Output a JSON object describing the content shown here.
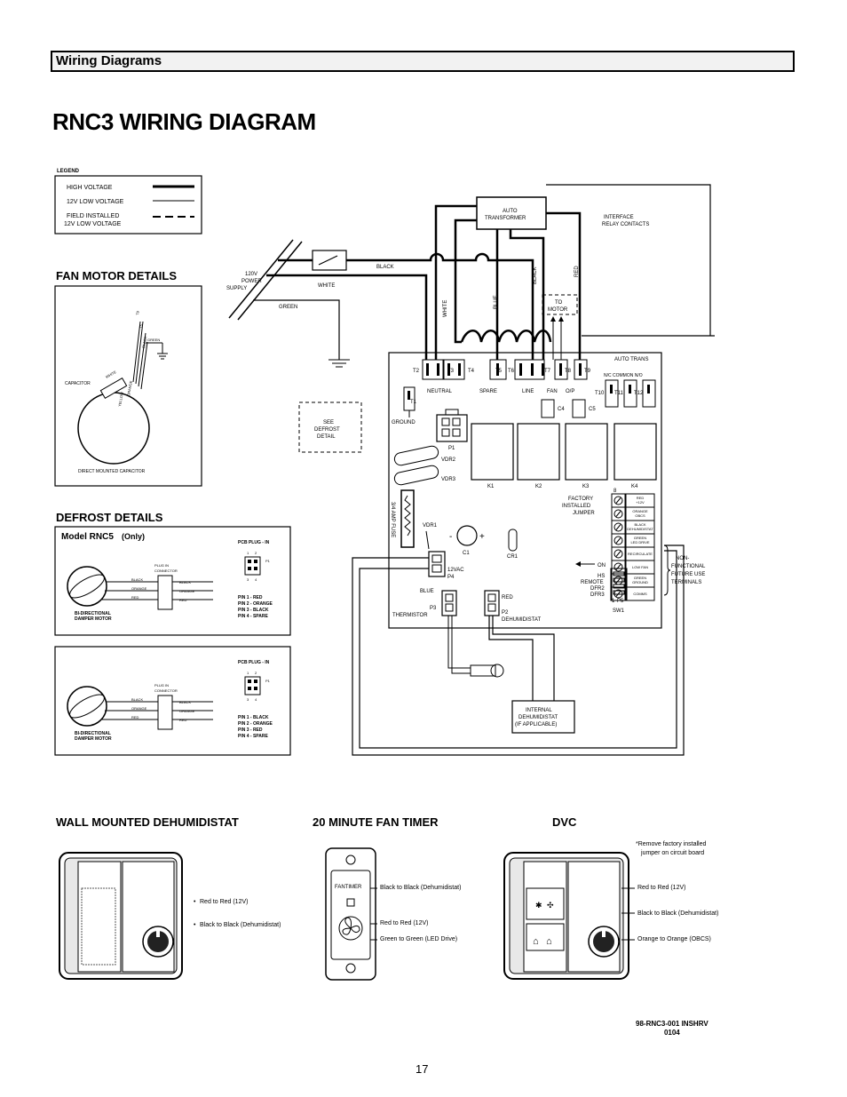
{
  "section_header": "Wiring Diagrams",
  "title": "RNC3 WIRING DIAGRAM",
  "page_number": "17",
  "doc_id": [
    "98-RNC3-001 INSHRV",
    "0104"
  ],
  "legend": {
    "heading": "LEGEND",
    "items": [
      "HIGH VOLTAGE",
      "12V  LOW VOLTAGE",
      "FIELD INSTALLED",
      "12V LOW VOLTAGE"
    ]
  },
  "fan_motor": {
    "title": "FAN MOTOR DETAILS",
    "capacitor": "CAPACITOR",
    "green": "GREEN",
    "caption": "DIRECT MOUNTED CAPACITOR",
    "wires": [
      "WHITE",
      "ORANGE",
      "YELLOW",
      "BLACK",
      "T9",
      "T5"
    ]
  },
  "supply": {
    "label": [
      "120V",
      "POWER",
      "SUPPLY"
    ],
    "black": "BLACK",
    "white": "WHITE",
    "green": "GREEN"
  },
  "transformer": [
    "AUTO",
    "TRANSFORMER"
  ],
  "relay_contacts": [
    "INTERFACE",
    "RELAY CONTACTS"
  ],
  "wire_labels": {
    "white": "WHITE",
    "blue": "BLUE",
    "black": "BLACK",
    "red": "RED"
  },
  "to_motor": [
    "TO",
    "MOTOR"
  ],
  "see_defrost": [
    "SEE",
    "DEFROST",
    "DETAIL"
  ],
  "board": {
    "terminals": [
      "T2",
      "T3",
      "T4",
      "T5",
      "T6",
      "T7",
      "T8",
      "T9",
      "T1",
      "T10",
      "T11",
      "T12"
    ],
    "groups": [
      "NEUTRAL",
      "SPARE",
      "LINE",
      "FAN",
      "O/P"
    ],
    "auto_trans": "AUTO TRANS",
    "nc_common_no": "N/C  COMMON  N/O",
    "ground": "GROUND",
    "caps": [
      "C4",
      "C5",
      "C1",
      "CR1"
    ],
    "plugs": [
      "P1",
      "P4",
      "P3",
      "P2",
      "P5"
    ],
    "vdr": [
      "VDR2",
      "VDR3",
      "VDR1"
    ],
    "relays": [
      "K1",
      "K2",
      "K3",
      "K4"
    ],
    "fuse": "3/4 AMP FUSE",
    "jumper": [
      "FACTORY",
      "INSTALLED",
      "JUMPER"
    ],
    "terminal_8": "8",
    "twelve_vac": "12VAC",
    "blue": "BLUE",
    "thermistor": "THERMISTOR",
    "red": "RED",
    "dehumidistat": "DEHUMIDISTAT",
    "on": "ON",
    "sw1_labels": [
      "HS",
      "REMOTE",
      "DFR2",
      "DFR3"
    ],
    "sw1": "SW1",
    "p5_terminals": [
      "RED +12V",
      "ORANGE OBCS",
      "BLACK DEHUMIDISTAT",
      "GREEN LED DRIVE",
      "RECIRCULATE",
      "LOW FAN",
      "GREEN GROUND",
      "COMMS"
    ],
    "non_functional": [
      "NON-",
      "FUNCTIONAL",
      "FUTURE USE",
      "TERMINALS"
    ],
    "p5_one": "1"
  },
  "internal_dehumidistat": [
    "INTERNAL",
    "DEHUMIDISTAT",
    "(IF APPLICABLE)"
  ],
  "defrost": {
    "title": "DEFROST DETAILS",
    "model": "Model RNC5",
    "only": "(Only)",
    "pcb_plug": "PCB PLUG - IN",
    "plug_in": [
      "PLUG IN",
      "CONNECTOR"
    ],
    "colors": [
      "BLACK",
      "ORANGE",
      "RED"
    ],
    "pins": [
      "PIN 1 - RED",
      "PIN 2 - ORANGE",
      "PIN 3 - BLACK",
      "PIN 4 - SPARE"
    ],
    "pins2": [
      "PIN 1 - BLACK",
      "PIN 2 - ORANGE",
      "PIN 3 - RED",
      "PIN 4 - SPARE"
    ],
    "damper": [
      "BI-DIRECTIONAL",
      "DAMPER MOTOR"
    ],
    "pin_numbers": [
      "1",
      "2",
      "3",
      "4"
    ],
    "p1": "P1"
  },
  "wall_dehumidistat": {
    "title": "WALL MOUNTED DEHUMIDISTAT",
    "bullets": [
      "Red to Red  (12V)",
      "Black to Black  (Dehumidistat)"
    ]
  },
  "fan_timer": {
    "title": "20 MINUTE FAN TIMER",
    "brand": "FANTIMER",
    "notes": [
      "Black to Black  (Dehumidistat)",
      "Red to Red  (12V)",
      "Green to Green  (LED Drive)"
    ]
  },
  "dvc": {
    "title": "DVC",
    "note": [
      "*Remove factory installed",
      "jumper on circuit board"
    ],
    "notes": [
      "Red to Red  (12V)",
      "Black to Black  (Dehumidistat)",
      "Orange to Orange  (OBCS)"
    ]
  }
}
